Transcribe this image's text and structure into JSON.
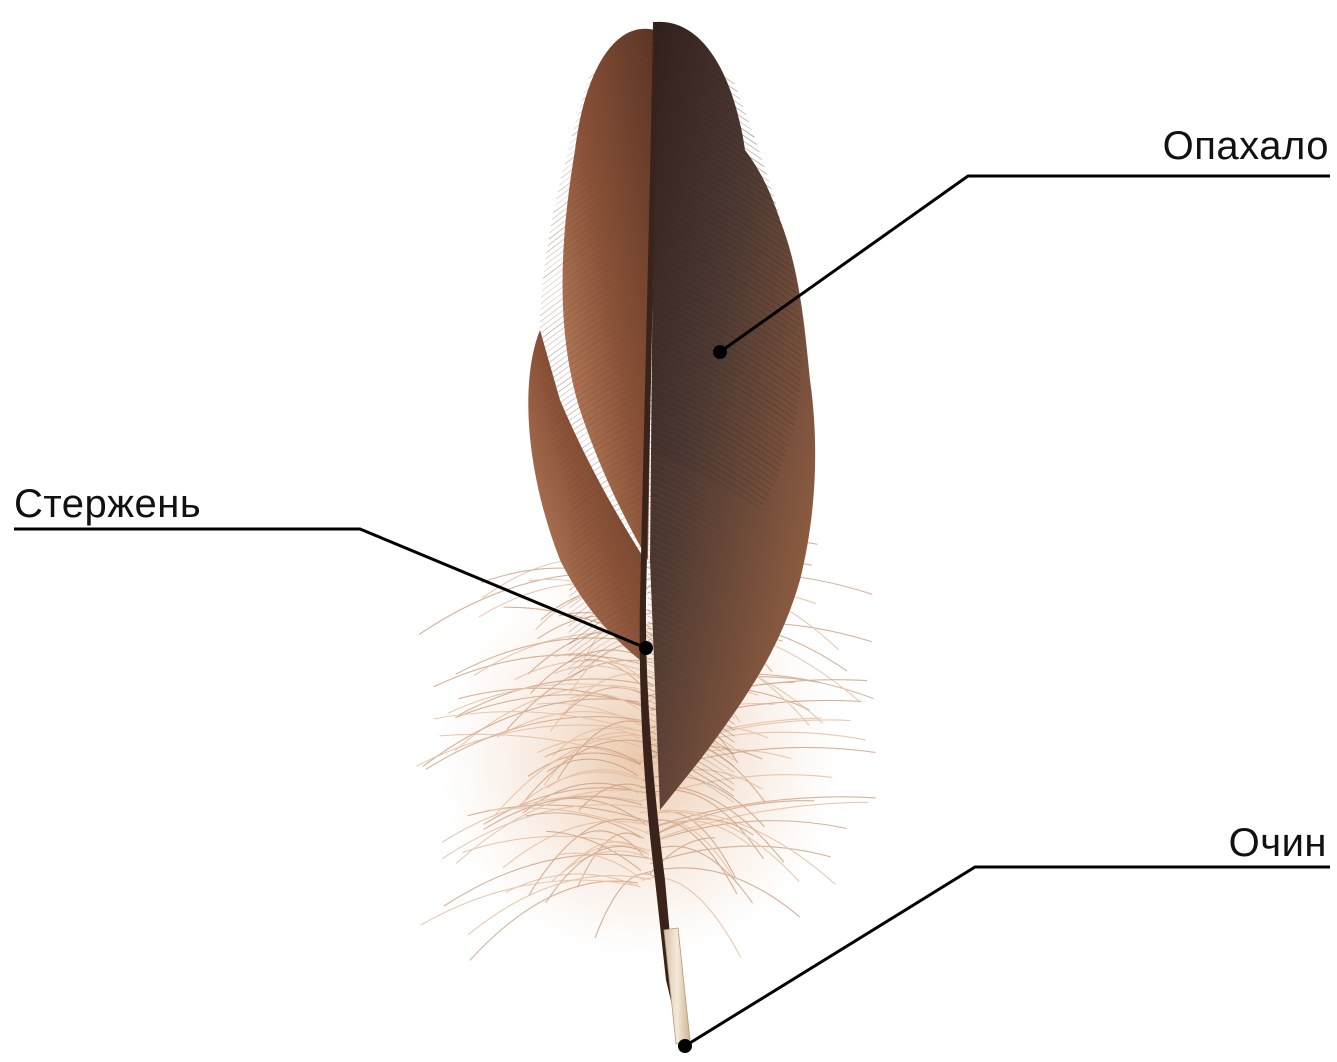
{
  "diagram": {
    "labels": {
      "vane": "Опахало",
      "shaft": "Стержень",
      "calamus": "Очин"
    },
    "colors": {
      "feather_dark": "#3b2620",
      "feather_mid": "#7a4a36",
      "feather_light": "#c99a7a",
      "down": "#e2b898",
      "quill": "#efe3d2",
      "leader_line": "#000000",
      "background": "#ffffff"
    }
  }
}
